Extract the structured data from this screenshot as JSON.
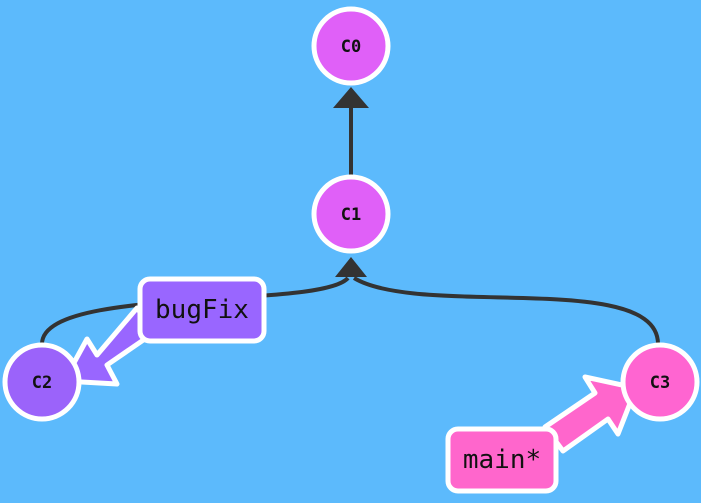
{
  "commits": [
    {
      "id": "C0",
      "label": "C0"
    },
    {
      "id": "C1",
      "label": "C1"
    },
    {
      "id": "C2",
      "label": "C2"
    },
    {
      "id": "C3",
      "label": "C3"
    }
  ],
  "branches": [
    {
      "id": "bugFix",
      "label": "bugFix",
      "target": "C2"
    },
    {
      "id": "main",
      "label": "main*",
      "target": "C3"
    }
  ],
  "colors": {
    "background": "#5cbafc",
    "commit_fill": "#e060f8",
    "commit_c2_fill": "#9b63fa",
    "commit_c3_fill": "#ff65d1",
    "bugfix_branch": "#9966ff",
    "main_branch": "#ff66cc",
    "edge": "#333333",
    "outline": "#ffffff"
  }
}
